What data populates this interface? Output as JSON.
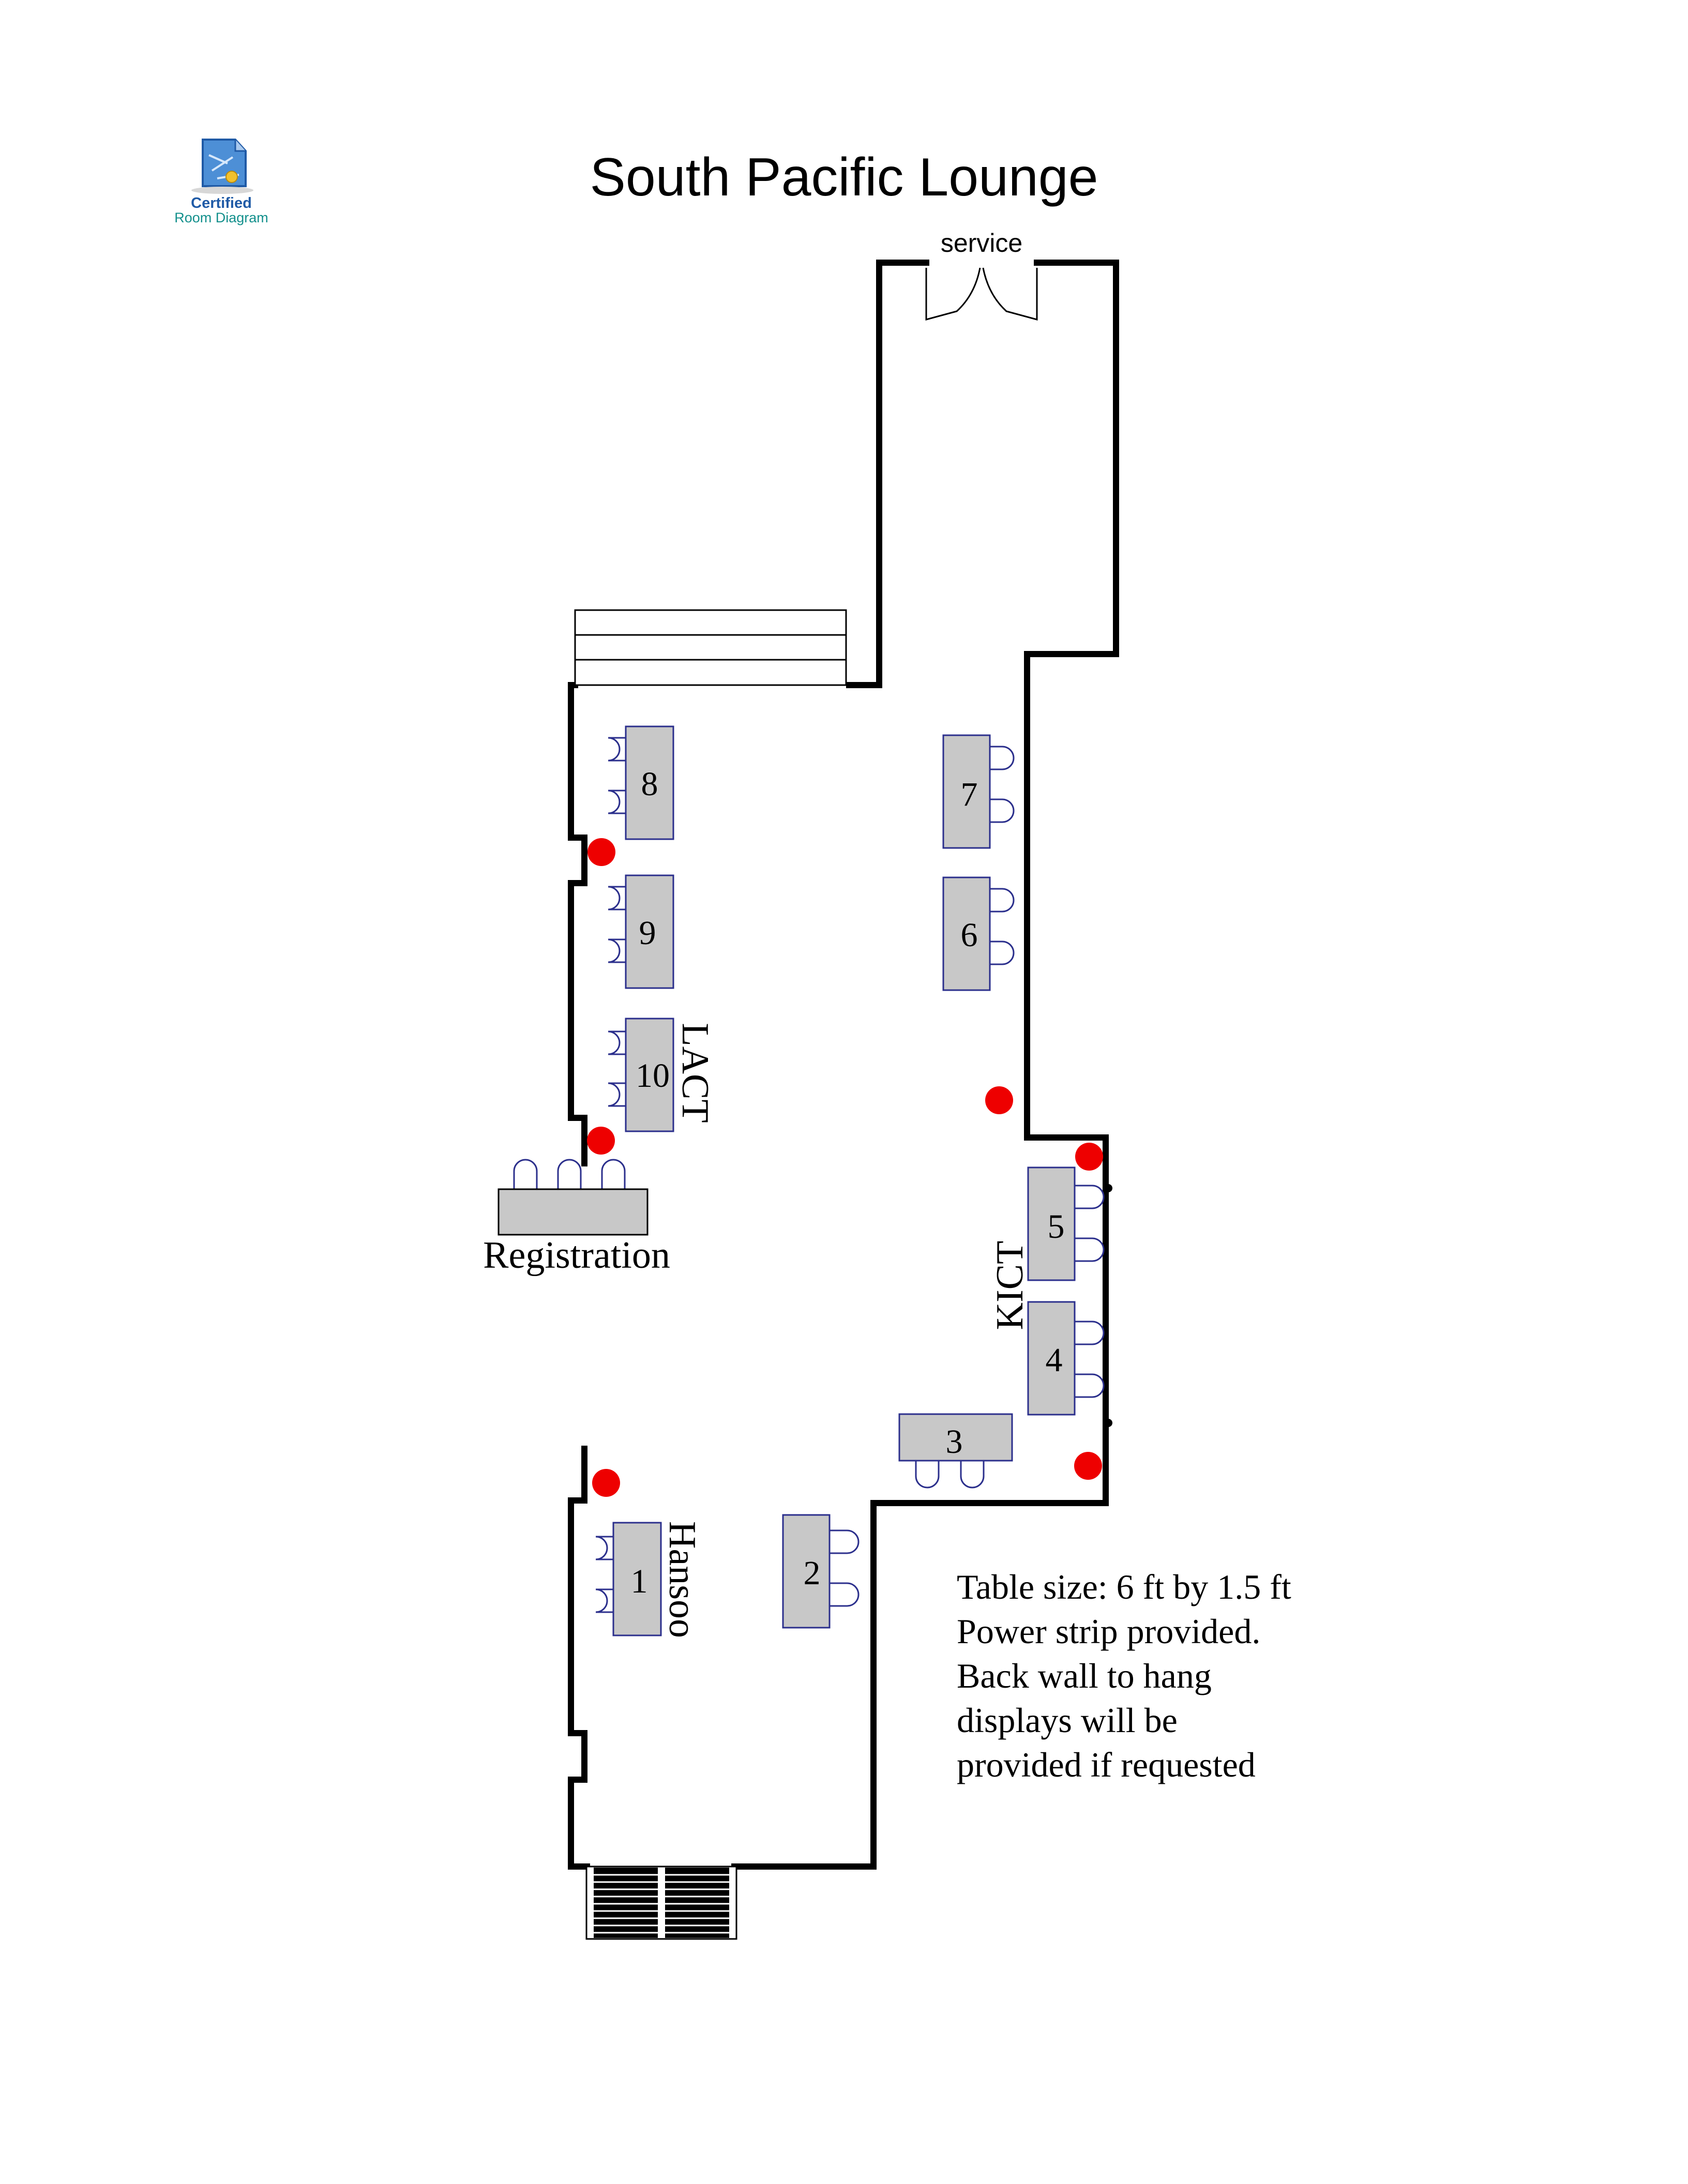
{
  "title": "South Pacific Lounge",
  "logo": {
    "line1": "Certified",
    "line2": "Room Diagram",
    "icon": "certified-document-icon",
    "color_primary": "#1f5aa6",
    "color_secondary": "#13908c"
  },
  "service_label": "service",
  "colors": {
    "wall": "#000000",
    "table_fill": "#c8c8c8",
    "table_stroke": "#2b2f8c",
    "power": "#ee0000"
  },
  "tables": [
    {
      "number": "1"
    },
    {
      "number": "2"
    },
    {
      "number": "3"
    },
    {
      "number": "4"
    },
    {
      "number": "5"
    },
    {
      "number": "6"
    },
    {
      "number": "7"
    },
    {
      "number": "8"
    },
    {
      "number": "9"
    },
    {
      "number": "10"
    }
  ],
  "groups": {
    "lact": "LACT",
    "kict": "KICT",
    "hansoo": "Hansoo"
  },
  "registration_label": "Registration",
  "notes": [
    "Table size: 6 ft by 1.5 ft",
    "Power strip provided.",
    "Back wall to hang",
    "displays will be",
    "provided if requested"
  ]
}
